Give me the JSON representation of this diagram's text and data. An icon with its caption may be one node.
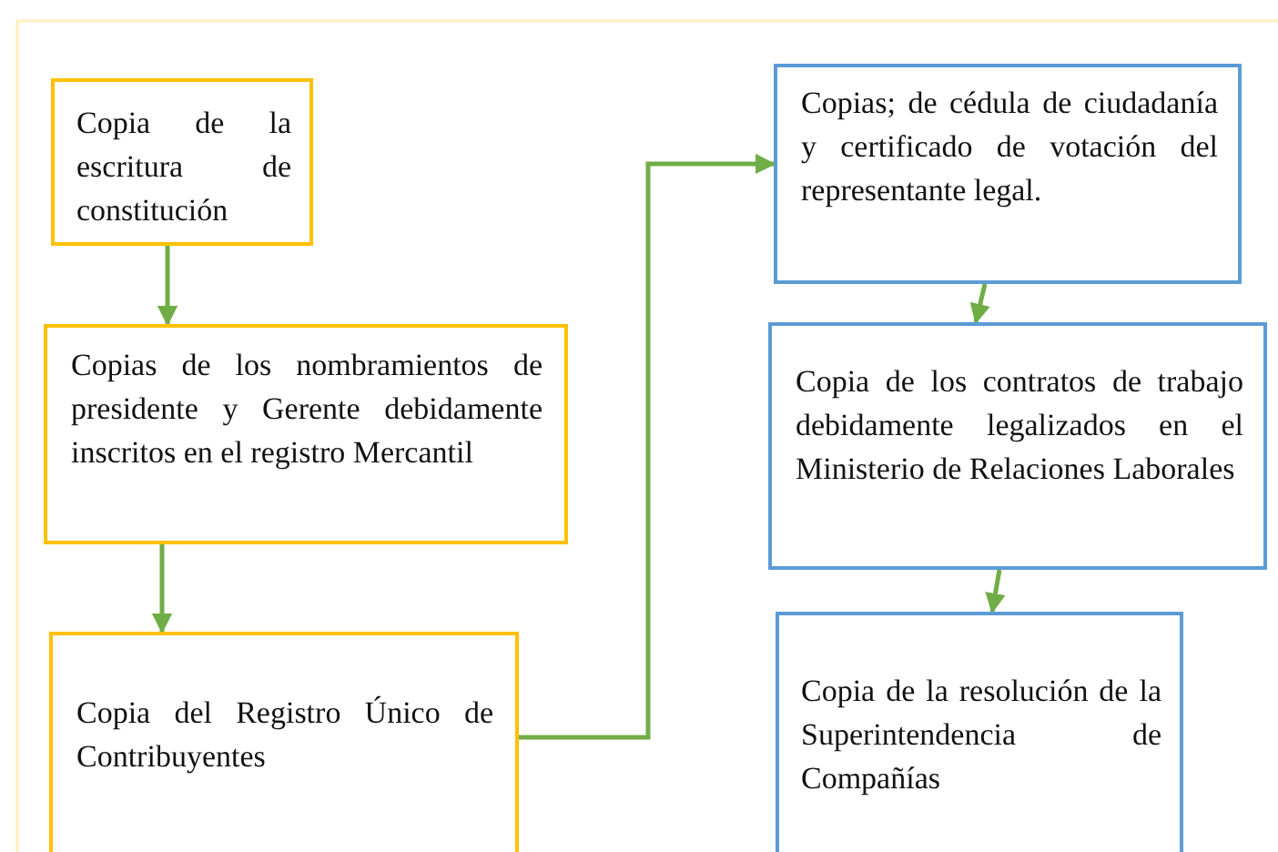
{
  "diagram": {
    "nodes": [
      {
        "text": [
          "Copia de la escritura de constitución"
        ]
      },
      {
        "text": [
          "Copias de los nombramientos de presidente y Gerente debidamente inscritos en el registro Mercantil"
        ]
      },
      {
        "text": [
          "Copia del Registro Único de Contribuyentes"
        ]
      },
      {
        "text": [
          "Copias; de cédula de ciudadanía y certificado de votación del representante legal."
        ]
      },
      {
        "text": [
          "Copia de los contratos de trabajo debidamente legalizados en el Ministerio de Relaciones Laborales"
        ]
      },
      {
        "text": [
          "Copia de la resolución de la Superintendencia de Compañías"
        ]
      }
    ],
    "edges": [
      {
        "from": 0,
        "to": 1,
        "arrow": "to"
      },
      {
        "from": 1,
        "to": 2,
        "arrow": "to"
      },
      {
        "from": 2,
        "to": 3,
        "arrow": "to"
      },
      {
        "from": 3,
        "to": 4,
        "arrow": "to"
      },
      {
        "from": 4,
        "to": 5,
        "arrow": "to"
      }
    ]
  }
}
